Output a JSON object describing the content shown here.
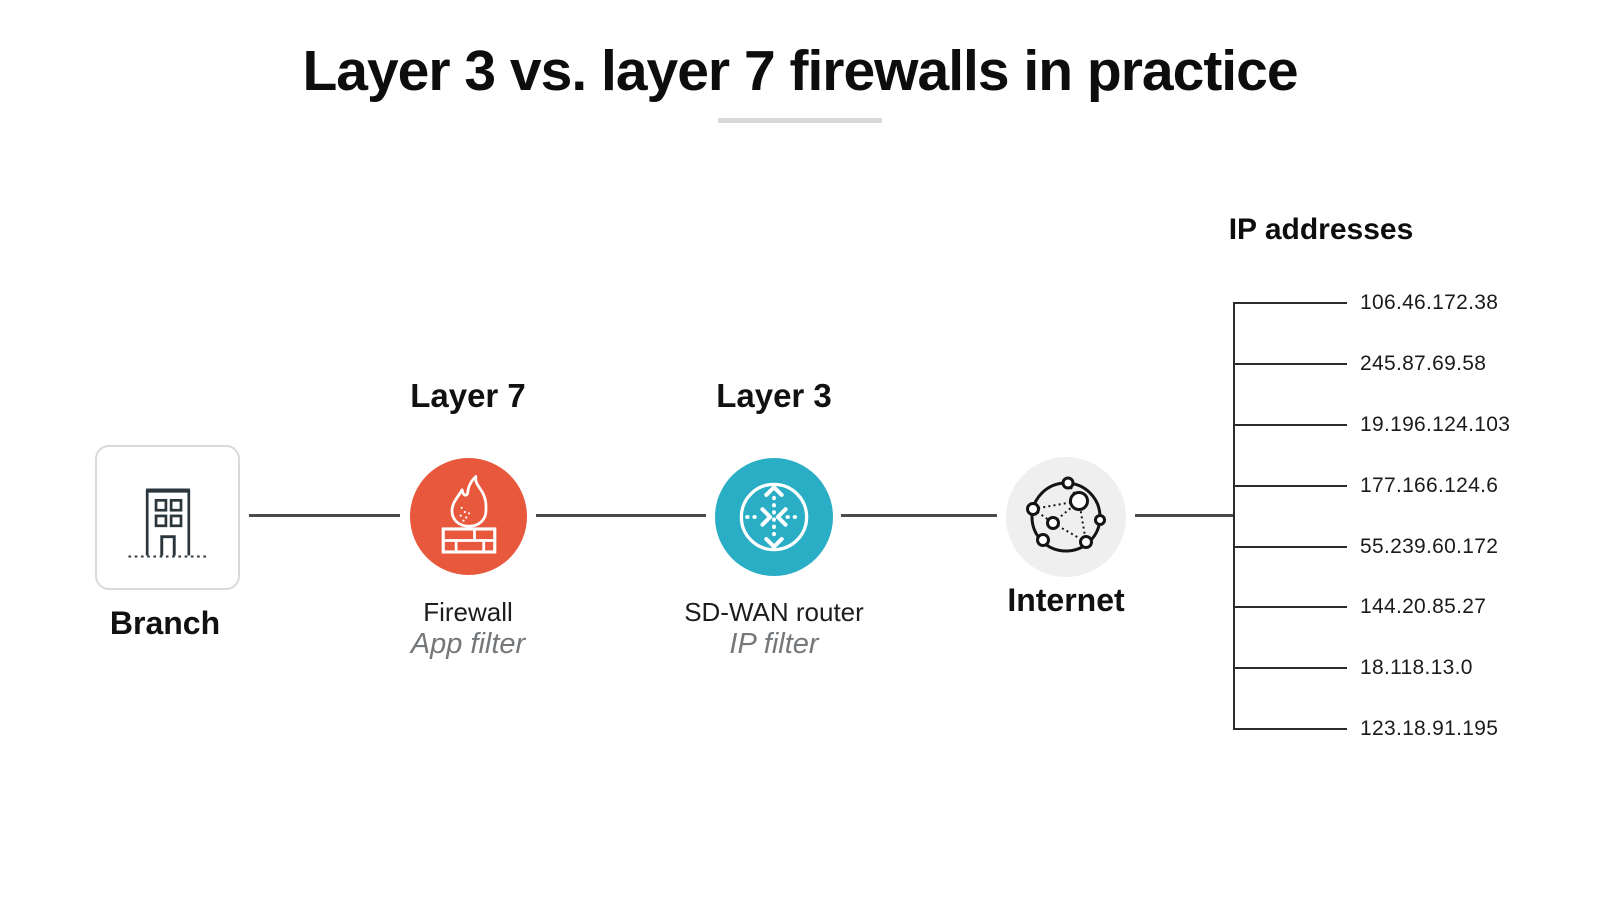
{
  "title": {
    "text": "Layer 3 vs. layer 7 firewalls in practice"
  },
  "branch": {
    "label": "Branch",
    "icon": "building-icon"
  },
  "layer7": {
    "heading": "Layer 7",
    "name": "Firewall",
    "filter": "App filter",
    "icon": "firewall-flame-brick-icon",
    "color": "#e7583c"
  },
  "layer3": {
    "heading": "Layer 3",
    "name": "SD-WAN router",
    "filter": "IP filter",
    "icon": "router-arrows-icon",
    "color": "#29aec5"
  },
  "internet": {
    "label": "Internet",
    "icon": "network-globe-icon",
    "color": "#efefef"
  },
  "ip_panel": {
    "header": "IP addresses",
    "addresses": [
      "106.46.172.38",
      "245.87.69.58",
      "19.196.124.103",
      "177.166.124.6",
      "55.239.60.172",
      "144.20.85.27",
      "18.118.13.0",
      "123.18.91.195"
    ]
  },
  "colors": {
    "connector_line": "#4a4a4a",
    "spine_line": "#2b2b2b",
    "title_underline": "#d9d9d9",
    "text_dark": "#111111",
    "text_muted_italic": "#75787b",
    "branch_box_border": "#dadada"
  }
}
